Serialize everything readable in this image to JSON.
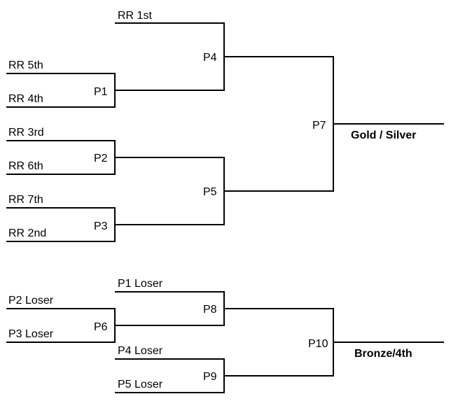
{
  "seeds": {
    "rr1": "RR 1st",
    "rr5": "RR 5th",
    "rr4": "RR 4th",
    "rr3": "RR 3rd",
    "rr6": "RR 6th",
    "rr7": "RR 7th",
    "rr2": "RR 2nd"
  },
  "losers": {
    "p1": "P1 Loser",
    "p2": "P2 Loser",
    "p3": "P3 Loser",
    "p4": "P4 Loser",
    "p5": "P5 Loser"
  },
  "matches": {
    "p1": "P1",
    "p2": "P2",
    "p3": "P3",
    "p4": "P4",
    "p5": "P5",
    "p6": "P6",
    "p7": "P7",
    "p8": "P8",
    "p9": "P9",
    "p10": "P10"
  },
  "results": {
    "gold": "Gold / Silver",
    "bronze": "Bronze/4th"
  },
  "colors": {
    "line": "#000000",
    "background": "#ffffff"
  }
}
